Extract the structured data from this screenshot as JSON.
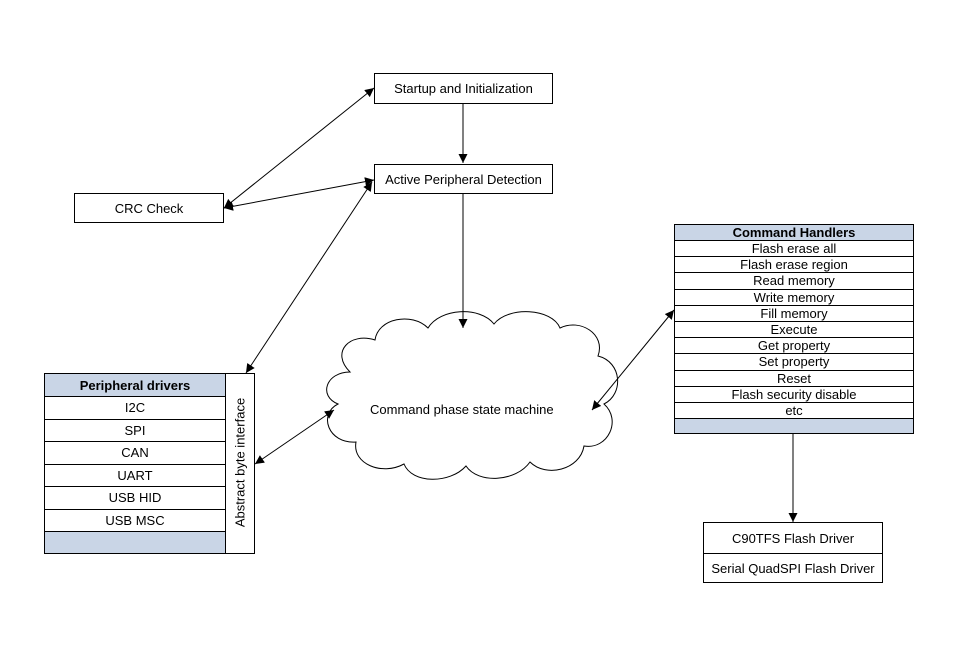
{
  "boxes": {
    "startup": "Startup and Initialization",
    "detection": "Active Peripheral Detection",
    "crc": "CRC Check",
    "state_machine": "Command phase state machine"
  },
  "peripheral_drivers": {
    "title": "Peripheral drivers",
    "items": [
      "I2C",
      "SPI",
      "CAN",
      "UART",
      "USB HID",
      "USB MSC"
    ],
    "side_label": "Abstract byte interface"
  },
  "command_handlers": {
    "title": "Command Handlers",
    "items": [
      "Flash erase all",
      "Flash erase region",
      "Read memory",
      "Write memory",
      "Fill memory",
      "Execute",
      "Get property",
      "Set property",
      "Reset",
      "Flash security disable",
      "etc"
    ]
  },
  "flash_drivers": {
    "items": [
      "C90TFS Flash Driver",
      "Serial QuadSPI Flash Driver"
    ]
  },
  "colors": {
    "header_fill": "#c9d5e6",
    "line": "#000000"
  }
}
